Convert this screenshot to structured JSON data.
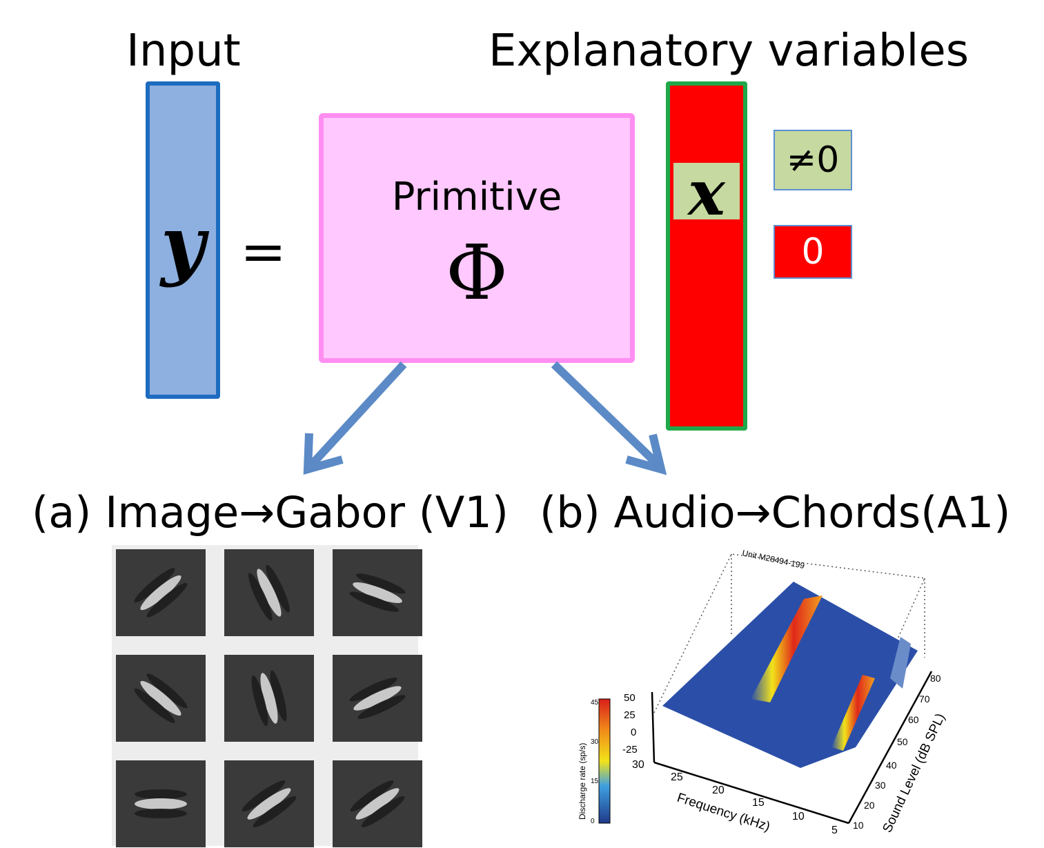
{
  "labels": {
    "input": "Input",
    "explanatory": "Explanatory variables",
    "y_symbol": "y",
    "equals": "=",
    "primitive": "Primitive",
    "phi_symbol": "Φ",
    "x_symbol": "x",
    "nonzero": "≠0",
    "zero": "0"
  },
  "captions": {
    "a": "(a) Image→Gabor (V1)",
    "b": "(b) Audio→Chords(A1)"
  },
  "gabor_filters": [
    {
      "angle": -40
    },
    {
      "angle": 65
    },
    {
      "angle": 20
    },
    {
      "angle": 40
    },
    {
      "angle": 75
    },
    {
      "angle": -25
    },
    {
      "angle": 0
    },
    {
      "angle": -35
    },
    {
      "angle": -35
    }
  ],
  "surface_plot": {
    "unit_label": "Unit M28494-199",
    "colorbar_label": "Discharge rate (sp/s)",
    "colorbar_ticks": [
      "0",
      "15",
      "30",
      "45"
    ],
    "z_ticks": [
      "50",
      "25",
      "0",
      "-25"
    ],
    "x_label": "Frequency (kHz)",
    "x_ticks": [
      "30",
      "25",
      "20",
      "15",
      "10",
      "5"
    ],
    "y_label": "Sound Level (dB SPL)",
    "y_ticks": [
      "10",
      "20",
      "30",
      "40",
      "50",
      "60",
      "70",
      "80"
    ],
    "colors": {
      "low": "#2b4fa8",
      "mid": "#f2e31a",
      "high": "#e0281a"
    }
  },
  "colors": {
    "input_fill": "#8db0e0",
    "input_border": "#1d6cbf",
    "primitive_fill": "#ffc8ff",
    "primitive_border": "#ff8ef2",
    "x_fill": "#ff0000",
    "x_border": "#1fa84a",
    "nonzero_fill": "#c5d9a0",
    "arrow": "#5b8ac6"
  }
}
